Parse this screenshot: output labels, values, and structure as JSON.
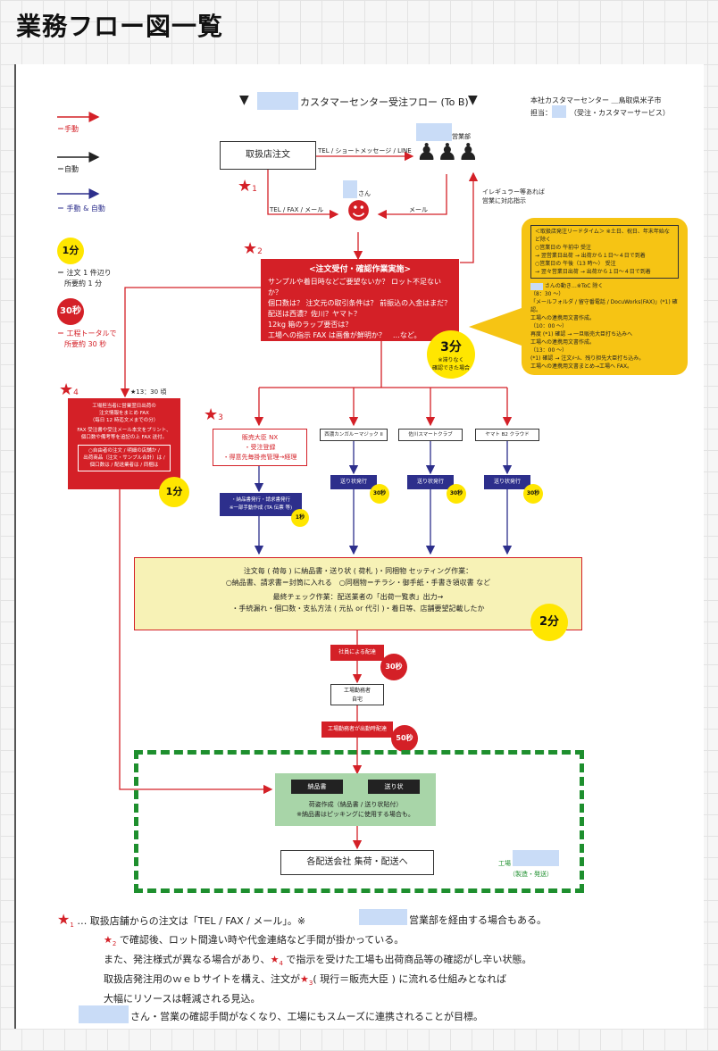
{
  "page_title": "業務フロー図一覧",
  "flow_title": "カスタマーセンター受注フロー (To B)",
  "flow_title_marks": {
    "left": "▼",
    "right": "▼"
  },
  "header_right": {
    "line1": "本社カスタマーセンター ＿鳥取県米子市",
    "line2_prefix": "担当：",
    "line2_suffix": "（受注・カスタマーサービス）"
  },
  "legend": {
    "manual": "＝手動",
    "auto": "＝自動",
    "manual_auto": "＝ 手動 & 自動",
    "one_min_badge": "1分",
    "one_min_desc_1": "＝ 注文 1 件辺り",
    "one_min_desc_2": "所要約 1 分",
    "thirty_sec_badge": "30秒",
    "thirty_sec_desc_1": "＝ 工程トータルで",
    "thirty_sec_desc_2": "所要約 30 秒"
  },
  "nodes": {
    "store_order": "取扱店注文",
    "channel_phone": "TEL / ショートメッセージ / LINE",
    "sales_dept": "営業部",
    "irregular_1": "イレギュラー等あれば",
    "irregular_2": "営業に対応指示",
    "channel_fax": "TEL / FAX / メール",
    "channel_mail": "メール",
    "operator_san": "さん",
    "star1": "1",
    "star2": "2",
    "star3": "3",
    "star4": "4"
  },
  "confirm_box": {
    "title": "<注文受付・確認作業実施>",
    "lines": [
      "サンプルや着日時などご要望ないか？ ロット不足ないか？",
      "個口数は？ 注文元の取引条件は？ 前振込の入金はまだ？",
      "配送は西濃？佐川？ヤマト？",
      "12kg 箱のラップ要否は？",
      "工場への指示 FAX は画像が鮮明か？　…など。"
    ],
    "badge": "3分",
    "badge_note_1": "※滞りなく",
    "badge_note_2": "確認できた場合"
  },
  "lead_time": {
    "lines": [
      "＜取扱店発注リードタイム＞ ※土日、祝日、年末年始など除く",
      "○営業日の 午前中 受注",
      "→ 翌営業日出荷 → 出荷から１日～４日で到着",
      "○営業日の 午後（13 時～） 受注",
      "→ 翌々営業日出荷 → 出荷から１日～４日で到着"
    ],
    "staff_suffix": "さんの動き…※ToC 除く",
    "detail": [
      "（8：30 ～）",
      "「メールフォルダ / 留守番電話 / DocuWorks(FAX)」(*1) 確認。",
      "工場への連携用文書作成。",
      "（10：00 ～）",
      "再度 (*1) 確認 → 一旦販売大臣打ち込みへ",
      "工場への連携用文書作成。",
      "（13：00 ～）",
      "(*1) 確認 → 注文ﾒｰﾙ、残り担先大臣打ち込み。",
      "工場への連携用文書まとめ→工場へ FAX。"
    ]
  },
  "factory_fax": {
    "time": "★13：30 頃",
    "lines": [
      "工場担当者に営業翌日出荷の",
      "注文情報をまとめ FAX",
      "（毎日 12 時迄文メまでの分）",
      "",
      "FAX 受注書や受注メール本文をプリント、",
      "個口数や備考等を追記の上 FAX 送付。"
    ],
    "inner": [
      "○自由者の注文 / 明細の店舗か /",
      "出荷商品（注文・サンプル合計）は /",
      "個口数は / 配送業者は / 同梱は"
    ],
    "badge": "1分"
  },
  "branches": {
    "hanbai": [
      "販売大臣 NX",
      "・受注登録",
      "・得意先毎掛売管理→経理"
    ],
    "seino": "西濃カンガルーマジック II",
    "sagawa": "佐川スマートクラブ",
    "yamato": "ヤマト B2 クラウド",
    "invoice_issue": [
      "・納品書発行・請求書発行",
      "※一部手動作成 (TA 伝票 等)"
    ],
    "invoice_badge": "1秒",
    "label_issue": "送り状発行",
    "label_badge": "30秒"
  },
  "packing_box": {
    "lines": [
      "注文毎 ( 荷毎 ) に納品書・送り状 ( 荷札 )・同梱物 セッティング作業：",
      "○納品書、請求書＝封筒に入れる　○同梱物＝チラシ・御手紙・手書き領収書 など",
      "最終チェック作業：配送業者の「出荷一覧表」出力→",
      "・手続漏れ・個口数・支払方法 ( 元払 or 代引 )・着日等、店舗要望記載したか"
    ],
    "badge": "2分"
  },
  "delivery": {
    "company_delivery": "社員による配達",
    "badge1": "30秒",
    "factory_worker_1": "工場勤務者",
    "factory_worker_2": "自宅",
    "factory_delivery": "工場勤務者が出勤時配達",
    "badge2": "50秒"
  },
  "factory": {
    "tag_invoice": "納品書",
    "tag_label": "送り状",
    "line1": "荷姿作成（納品書 / 送り状貼付）",
    "line2": "※納品書はピッキングに使用する場合も。",
    "final": "各配送会社 集荷・配送へ",
    "factory_label": "工場",
    "factory_sub": "（製造・発送）"
  },
  "notes": {
    "n1_sub": "1",
    "n1": "… 取扱店舗からの注文は「TEL / FAX / メール」。※",
    "n1_tail": "営業部を経由する場合もある。",
    "n2_sub": "2",
    "n2": "で確認後、ロット間違い時や代金連絡など手間が掛かっている。",
    "n3_head": "また、発注様式が異なる場合があり、",
    "n3_sub": "4",
    "n3": "で指示を受けた工場も出荷商品等の確認がし辛い状態。",
    "n4_head": "取扱店発注用のｗｅｂサイトを構え、注文が",
    "n4_sub": "3",
    "n4": "( 現行＝販売大臣 ) に流れる仕組みとなれば",
    "n5": "大幅にリソースは軽減される見込。",
    "n6": "さん・営業の確認手間がなくなり、工場にもスムーズに連携されることが目標。"
  },
  "colors": {
    "manual": "#d42027",
    "auto": "#222222",
    "manual_auto": "#2d2f8c",
    "yellow": "#ffe600",
    "green_dash": "#1e8f2e"
  }
}
